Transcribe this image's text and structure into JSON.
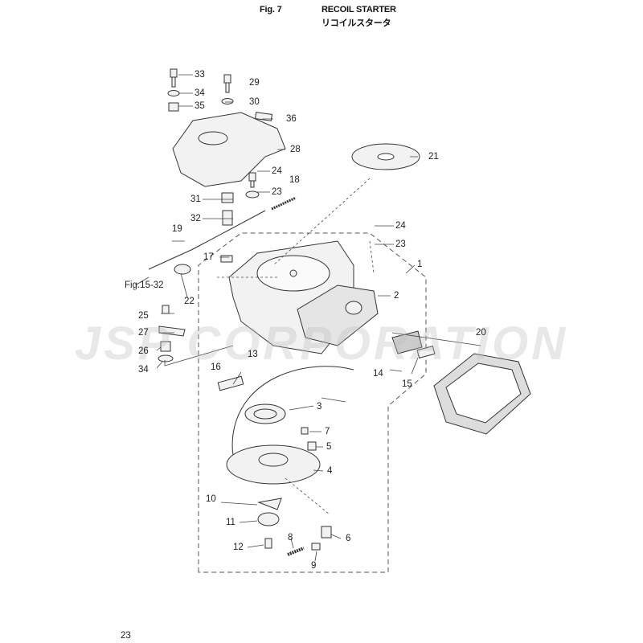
{
  "header": {
    "figure": "Fig. 7",
    "title_en": "RECOIL STARTER",
    "title_jp": "リコイルスタータ"
  },
  "watermark": "JSP CORPORATION",
  "reference": "Fig.15-32",
  "page_number": "23",
  "callouts": {
    "c1": "1",
    "c2": "2",
    "c3": "3",
    "c4": "4",
    "c5": "5",
    "c6": "6",
    "c7": "7",
    "c8": "8",
    "c9": "9",
    "c10": "10",
    "c11": "11",
    "c12": "12",
    "c13": "13",
    "c14": "14",
    "c15": "15",
    "c16": "16",
    "c17": "17",
    "c18": "18",
    "c19": "19",
    "c20": "20",
    "c21": "21",
    "c22": "22",
    "c23a": "23",
    "c23b": "23",
    "c24a": "24",
    "c24b": "24",
    "c25": "25",
    "c26": "26",
    "c27": "27",
    "c28": "28",
    "c29": "29",
    "c30": "30",
    "c31": "31",
    "c32": "32",
    "c33": "33",
    "c34a": "34",
    "c34b": "34",
    "c35": "35",
    "c36": "36"
  },
  "colors": {
    "line": "#333333",
    "fill": "#eeeeee",
    "watermark": "#bebebe"
  }
}
